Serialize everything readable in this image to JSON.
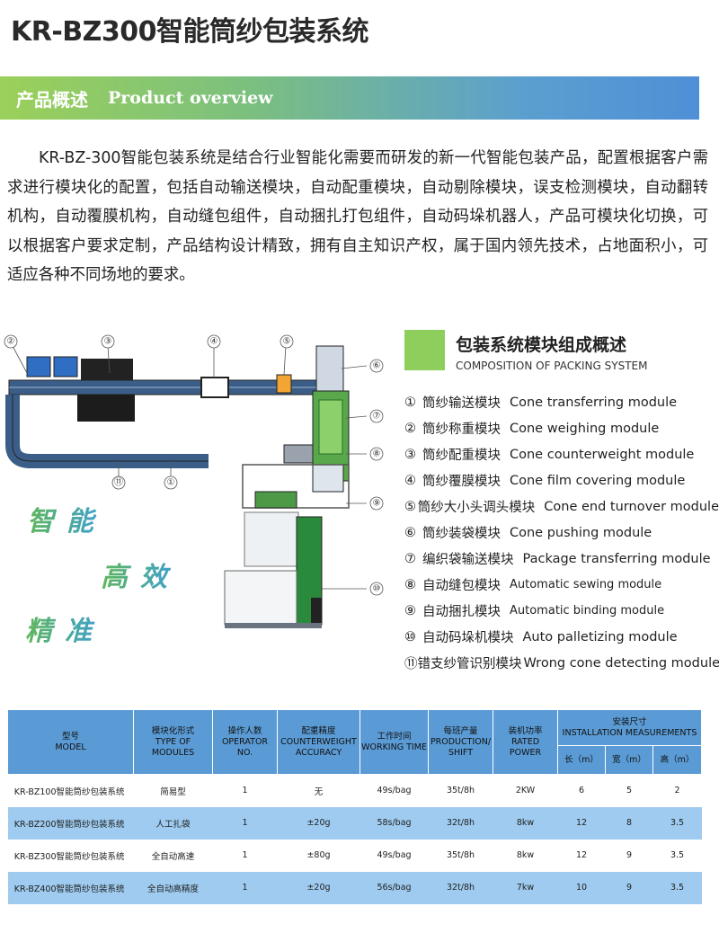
{
  "page_title": "KR-BZ300智能筒纱包装系统",
  "overview": {
    "title_zh": "产品概述",
    "title_en": "Product overview",
    "paragraph": "KR-BZ-300智能包装系统是结合行业智能化需要而研发的新一代智能包装产品，配置根据客户需求进行模块化的配置，包括自动输送模块，自动配重模块，自动剔除模块，误支检测模块，自动翻转机构，自动覆膜机构，自动缝包组件，自动捆扎打包组件，自动码垛机器人，产品可模块化切换，可以根据客户要求定制，产品结构设计精致，拥有自主知识产权，属于国内领先技术，占地面积小，可适应各种不同场地的要求。"
  },
  "diagram": {
    "callouts": [
      "②",
      "③",
      "④",
      "⑤",
      "⑥",
      "⑦",
      "⑧",
      "⑨",
      "⑩",
      "⑪",
      "①"
    ],
    "slogans": [
      "智能",
      "高效",
      "精准"
    ]
  },
  "modules": {
    "title": "包装系统模块组成概述",
    "subtitle": "COMPOSITION OF PACKING SYSTEM",
    "items": [
      {
        "num": "①",
        "zh": "筒纱输送模块",
        "en": "Cone transferring module"
      },
      {
        "num": "②",
        "zh": "筒纱称重模块",
        "en": "Cone weighing module"
      },
      {
        "num": "③",
        "zh": "筒纱配重模块",
        "en": "Cone counterweight module"
      },
      {
        "num": "④",
        "zh": "筒纱覆膜模块",
        "en": "Cone film covering module"
      },
      {
        "num": "⑤",
        "zh": "筒纱大小头调头模块",
        "en": "Cone end turnover module"
      },
      {
        "num": "⑥",
        "zh": "筒纱装袋模块",
        "en": "Cone pushing module"
      },
      {
        "num": "⑦",
        "zh": "编织袋输送模块",
        "en": "Package transferring module"
      },
      {
        "num": "⑧",
        "zh": "自动缝包模块",
        "en": "Automatic sewing module"
      },
      {
        "num": "⑨",
        "zh": "自动捆扎模块",
        "en": "Automatic binding module"
      },
      {
        "num": "⑩",
        "zh": "自动码垛机模块",
        "en": "Auto palletizing module"
      },
      {
        "num": "⑪",
        "zh": "错支纱管识别模块",
        "en": "Wrong cone detecting module"
      }
    ]
  },
  "table": {
    "headers": {
      "model": [
        "型号",
        "MODEL"
      ],
      "type": [
        "模块化形式",
        "TYPE OF MODULES"
      ],
      "operator": [
        "操作人数",
        "OPERATOR NO."
      ],
      "accuracy": [
        "配重精度",
        "COUNTERWEIGHT",
        "ACCURACY"
      ],
      "time": [
        "工作时间",
        "WORKING TIME"
      ],
      "production": [
        "每班产量",
        "PRODUCTION/",
        "SHIFT"
      ],
      "power": [
        "装机功率",
        "RATED POWER"
      ],
      "install": [
        "安装尺寸",
        "INSTALLATION MEASUREMENTS"
      ],
      "length": "长（m）",
      "width": "宽（m）",
      "height": "高（m）"
    },
    "rows": [
      {
        "model": "KR-BZ100智能筒纱包装系统",
        "type": "简易型",
        "operator": "1",
        "accuracy": "无",
        "time": "49s/bag",
        "production": "35t/8h",
        "power": "2KW",
        "length": "6",
        "width": "5",
        "height": "2"
      },
      {
        "model": "KR-BZ200智能筒纱包装系统",
        "type": "人工扎袋",
        "operator": "1",
        "accuracy": "±20g",
        "time": "58s/bag",
        "production": "32t/8h",
        "power": "8kw",
        "length": "12",
        "width": "8",
        "height": "3.5"
      },
      {
        "model": "KR-BZ300智能筒纱包装系统",
        "type": "全自动高速",
        "operator": "1",
        "accuracy": "±80g",
        "time": "49s/bag",
        "production": "35t/8h",
        "power": "8kw",
        "length": "12",
        "width": "9",
        "height": "3.5"
      },
      {
        "model": "KR-BZ400智能筒纱包装系统",
        "type": "全自动高精度",
        "operator": "1",
        "accuracy": "±20g",
        "time": "56s/bag",
        "production": "32t/8h",
        "power": "7kw",
        "length": "10",
        "width": "9",
        "height": "3.5"
      }
    ]
  }
}
